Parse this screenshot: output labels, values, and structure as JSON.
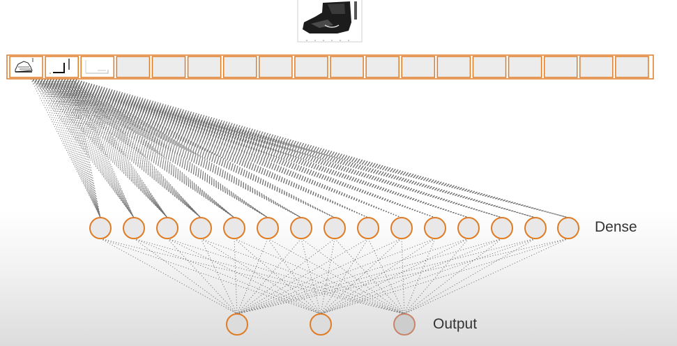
{
  "layers": {
    "flatten": {
      "cell_count": 18,
      "cells_with_images": [
        0,
        1,
        2
      ]
    },
    "dense": {
      "label": "Dense",
      "unit_count": 15
    },
    "output": {
      "label": "Output",
      "unit_count": 3
    }
  },
  "colors": {
    "accent": "#e07b25",
    "node_fill": "#e8e8e8",
    "cell_fill": "#ececec",
    "connection": "#555555",
    "output_last_node": "#c8846a"
  },
  "icons": {
    "input_image": "boot-image",
    "cell_images": [
      "sneaker-image",
      "feature-map-image",
      "faint-feature-map-image"
    ]
  }
}
